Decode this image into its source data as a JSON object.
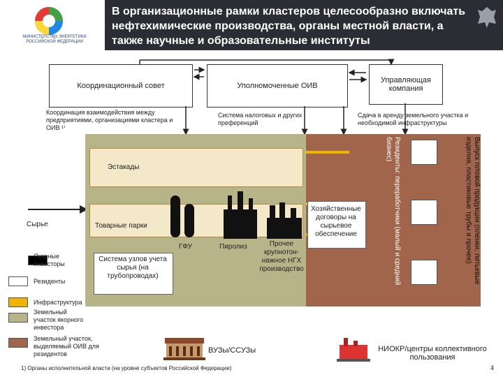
{
  "header": {
    "title": "В организационные рамки кластеров целесообразно включать нефтехимические производства, органы местной власти, а также научные и образовательные институты",
    "logo_text": "МИНИСТЕРСТВО ЭНЕРГЕТИКИ РОССИЙСКОЙ ФЕДЕРАЦИИ"
  },
  "boxes": {
    "coord_council": "Координационный совет",
    "authorized": "Уполномоченные ОИВ",
    "management": "Управляющая компания"
  },
  "notes": {
    "coord_note": "Координация взаимодействия между предприятиями, организациями кластера и ОИВ ¹⁾",
    "tax_note": "Система налоговых и других преференций",
    "lease_note": "Сдача в аренду земельного участка и необходимой инфраструктуры"
  },
  "diagram": {
    "raw": "Сырье",
    "overpass": "Эстакады",
    "tank_farm": "Товарные парки",
    "gfu": "ГФУ",
    "pyrolysis": "Пиролиз",
    "other": "Прочее крупнотон-нажное НГХ производство",
    "metering": "Система узлов учета сырья (на трубопроводах)",
    "contracts": "Хозяйственные договоры на сырьевое обеспечение",
    "residents_vertical": "Резиденты: переработчики (малый и средний бизнес)",
    "output_vertical": "Выпуск готовой продукции (пленки, литьевые изделия, пластиковые трубы и прочее)"
  },
  "legend": {
    "anchor": "Якорные инвесторы",
    "residents": "Резиденты",
    "infrastructure": "Инфраструктура",
    "anchor_land": "Земельный участок якорного инвестора",
    "oiv_land": "Земельный участок, выделяемый ОИВ для резидентов",
    "colors": {
      "anchor": "#000000",
      "residents": "#ffffff",
      "infrastructure": "#f0b400",
      "anchor_land": "#b8b48a",
      "oiv_land": "#a0654a"
    }
  },
  "bottom": {
    "universities": "ВУЗы/ССУЗы",
    "rnd": "НИОКР/центры коллективного пользования",
    "footnote": "1) Органы исполнительной власти (на уровне субъектов Российской Федерации)",
    "page_number": "4"
  }
}
